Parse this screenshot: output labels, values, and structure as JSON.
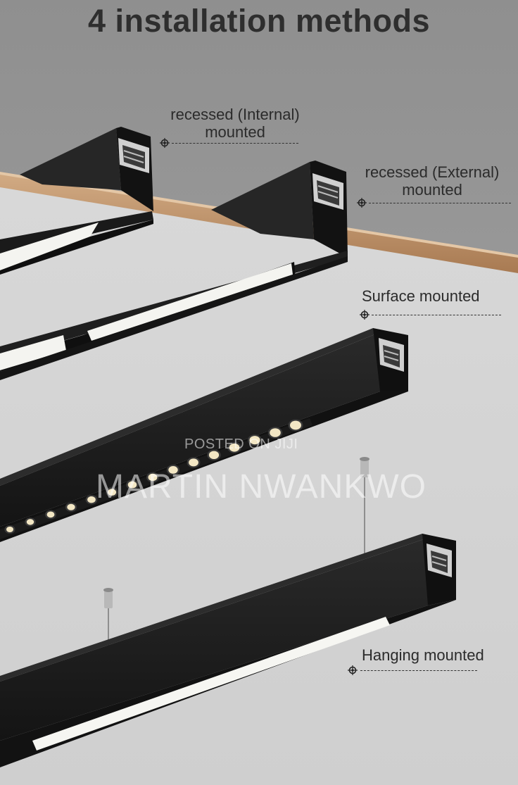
{
  "title": "4 installation methods",
  "methods": [
    {
      "line1": "recessed (Internal)",
      "line2": "mounted"
    },
    {
      "line1": "recessed (External)",
      "line2": "mounted"
    },
    {
      "line1": "Surface mounted"
    },
    {
      "line1": "Hanging mounted"
    }
  ],
  "watermark": {
    "line1": "POSTED ON JIJI",
    "line2": "MARTIN NWANKWO"
  },
  "colors": {
    "ceiling_upper": "#9e9e9e",
    "ceiling_lower": "#d6d6d6",
    "wood_edge": "#c49a72",
    "fixture": "#1c1c1c",
    "diffuser": "#f2f2ee",
    "text": "#2b2b2b"
  }
}
